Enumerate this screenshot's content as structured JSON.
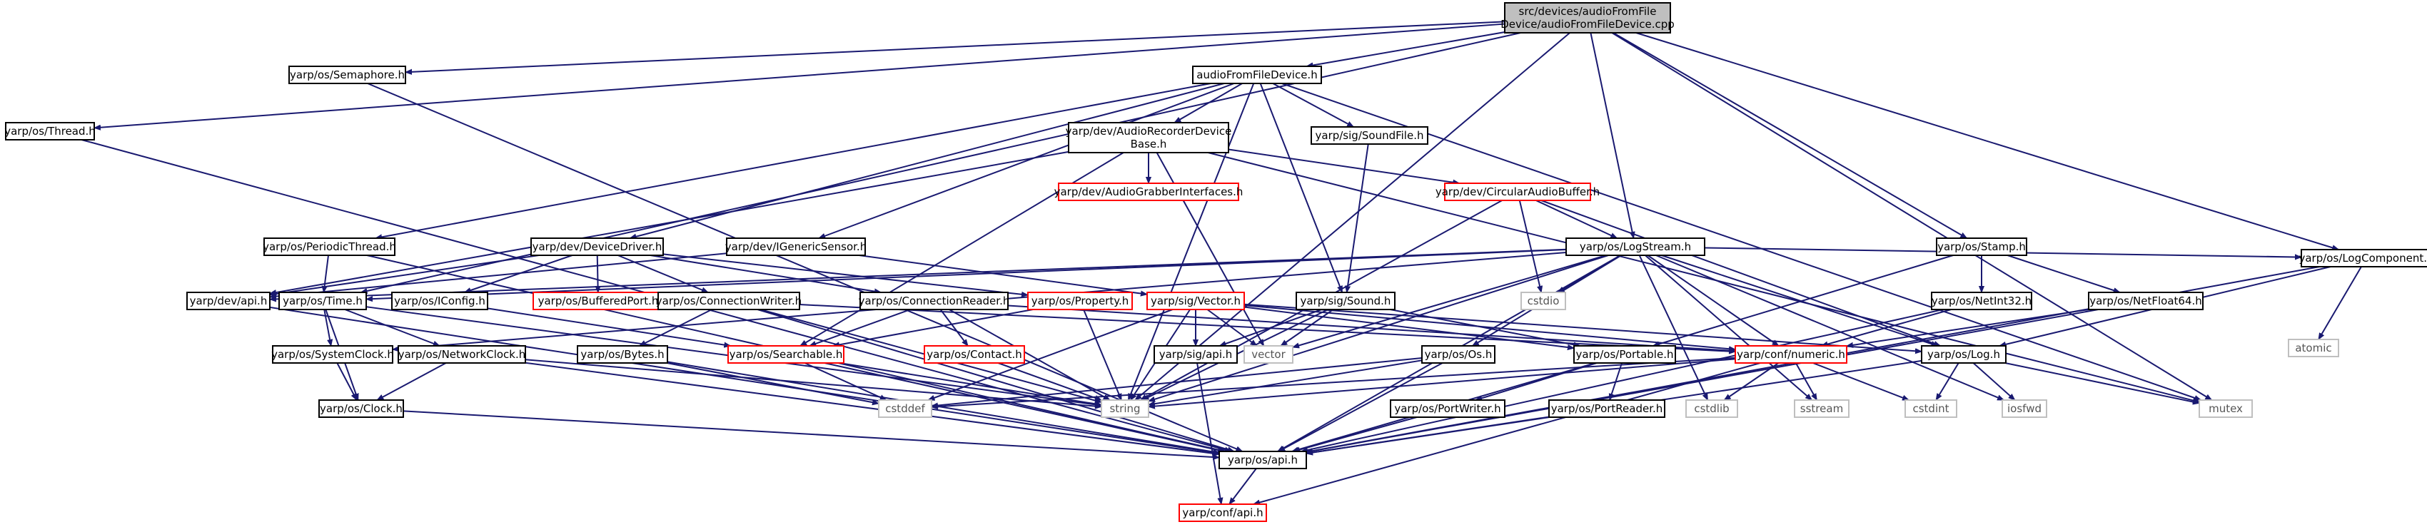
{
  "graph": {
    "title": "Include dependency graph",
    "colors": {
      "edge": "#191970",
      "node_border": "#000000",
      "root_fill": "#bfbfbf",
      "truncated_border": "#ff0000",
      "system_border": "#bfbfbf",
      "system_text": "#555555"
    },
    "nodes": [
      {
        "id": "root",
        "lines": [
          "src/devices/audioFromFile",
          "Device/audioFromFileDevice.cpp"
        ],
        "kind": "root"
      },
      {
        "id": "thread",
        "lines": [
          "yarp/os/Thread.h"
        ],
        "kind": "normal"
      },
      {
        "id": "semaphore",
        "lines": [
          "yarp/os/Semaphore.h"
        ],
        "kind": "normal"
      },
      {
        "id": "afd_h",
        "lines": [
          "audioFromFileDevice.h"
        ],
        "kind": "normal"
      },
      {
        "id": "rec_base",
        "lines": [
          "yarp/dev/AudioRecorderDevice",
          "Base.h"
        ],
        "kind": "normal"
      },
      {
        "id": "soundfile",
        "lines": [
          "yarp/sig/SoundFile.h"
        ],
        "kind": "normal"
      },
      {
        "id": "grabber",
        "lines": [
          "yarp/dev/AudioGrabberInterfaces.h"
        ],
        "kind": "truncated"
      },
      {
        "id": "circbuf",
        "lines": [
          "yarp/dev/CircularAudioBuffer.h"
        ],
        "kind": "truncated"
      },
      {
        "id": "periodic",
        "lines": [
          "yarp/os/PeriodicThread.h"
        ],
        "kind": "normal"
      },
      {
        "id": "devdriver",
        "lines": [
          "yarp/dev/DeviceDriver.h"
        ],
        "kind": "normal"
      },
      {
        "id": "igeneric",
        "lines": [
          "yarp/dev/IGenericSensor.h"
        ],
        "kind": "normal"
      },
      {
        "id": "logstream",
        "lines": [
          "yarp/os/LogStream.h"
        ],
        "kind": "normal"
      },
      {
        "id": "stamp",
        "lines": [
          "yarp/os/Stamp.h"
        ],
        "kind": "normal"
      },
      {
        "id": "logcomp",
        "lines": [
          "yarp/os/LogComponent.h"
        ],
        "kind": "normal"
      },
      {
        "id": "devapi",
        "lines": [
          "yarp/dev/api.h"
        ],
        "kind": "normal"
      },
      {
        "id": "time",
        "lines": [
          "yarp/os/Time.h"
        ],
        "kind": "normal"
      },
      {
        "id": "iconfig",
        "lines": [
          "yarp/os/IConfig.h"
        ],
        "kind": "normal"
      },
      {
        "id": "buffport",
        "lines": [
          "yarp/os/BufferedPort.h"
        ],
        "kind": "truncated"
      },
      {
        "id": "connwriter",
        "lines": [
          "yarp/os/ConnectionWriter.h"
        ],
        "kind": "normal"
      },
      {
        "id": "connreader",
        "lines": [
          "yarp/os/ConnectionReader.h"
        ],
        "kind": "normal"
      },
      {
        "id": "property",
        "lines": [
          "yarp/os/Property.h"
        ],
        "kind": "truncated"
      },
      {
        "id": "vector",
        "lines": [
          "yarp/sig/Vector.h"
        ],
        "kind": "truncated"
      },
      {
        "id": "sound",
        "lines": [
          "yarp/sig/Sound.h"
        ],
        "kind": "normal"
      },
      {
        "id": "cstdio",
        "lines": [
          "cstdio"
        ],
        "kind": "system"
      },
      {
        "id": "netint32",
        "lines": [
          "yarp/os/NetInt32.h"
        ],
        "kind": "normal"
      },
      {
        "id": "netfloat64",
        "lines": [
          "yarp/os/NetFloat64.h"
        ],
        "kind": "normal"
      },
      {
        "id": "atomic",
        "lines": [
          "atomic"
        ],
        "kind": "system"
      },
      {
        "id": "sysclock",
        "lines": [
          "yarp/os/SystemClock.h"
        ],
        "kind": "normal"
      },
      {
        "id": "netclock",
        "lines": [
          "yarp/os/NetworkClock.h"
        ],
        "kind": "normal"
      },
      {
        "id": "bytes",
        "lines": [
          "yarp/os/Bytes.h"
        ],
        "kind": "normal"
      },
      {
        "id": "searchable",
        "lines": [
          "yarp/os/Searchable.h"
        ],
        "kind": "truncated"
      },
      {
        "id": "contact",
        "lines": [
          "yarp/os/Contact.h"
        ],
        "kind": "truncated"
      },
      {
        "id": "sigapi",
        "lines": [
          "yarp/sig/api.h"
        ],
        "kind": "normal"
      },
      {
        "id": "vectorstd",
        "lines": [
          "vector"
        ],
        "kind": "system"
      },
      {
        "id": "os",
        "lines": [
          "yarp/os/Os.h"
        ],
        "kind": "normal"
      },
      {
        "id": "portable",
        "lines": [
          "yarp/os/Portable.h"
        ],
        "kind": "normal"
      },
      {
        "id": "numeric",
        "lines": [
          "yarp/conf/numeric.h"
        ],
        "kind": "truncated"
      },
      {
        "id": "log",
        "lines": [
          "yarp/os/Log.h"
        ],
        "kind": "normal"
      },
      {
        "id": "mutex",
        "lines": [
          "mutex"
        ],
        "kind": "system"
      },
      {
        "id": "clock",
        "lines": [
          "yarp/os/Clock.h"
        ],
        "kind": "normal"
      },
      {
        "id": "cstddef",
        "lines": [
          "cstddef"
        ],
        "kind": "system"
      },
      {
        "id": "string",
        "lines": [
          "string"
        ],
        "kind": "system"
      },
      {
        "id": "cstdlib",
        "lines": [
          "cstdlib"
        ],
        "kind": "system"
      },
      {
        "id": "sstream",
        "lines": [
          "sstream"
        ],
        "kind": "system"
      },
      {
        "id": "cstdint",
        "lines": [
          "cstdint"
        ],
        "kind": "system"
      },
      {
        "id": "iosfwd",
        "lines": [
          "iosfwd"
        ],
        "kind": "system"
      },
      {
        "id": "portwriter",
        "lines": [
          "yarp/os/PortWriter.h"
        ],
        "kind": "normal"
      },
      {
        "id": "portreader",
        "lines": [
          "yarp/os/PortReader.h"
        ],
        "kind": "normal"
      },
      {
        "id": "osapi",
        "lines": [
          "yarp/os/api.h"
        ],
        "kind": "normal"
      },
      {
        "id": "confapi",
        "lines": [
          "yarp/conf/api.h"
        ],
        "kind": "truncated"
      }
    ],
    "edges": [
      [
        "root",
        "thread"
      ],
      [
        "root",
        "semaphore"
      ],
      [
        "root",
        "afd_h"
      ],
      [
        "root",
        "time"
      ],
      [
        "root",
        "logstream"
      ],
      [
        "root",
        "stamp"
      ],
      [
        "root",
        "logcomp"
      ],
      [
        "root",
        "mutex"
      ],
      [
        "root",
        "string"
      ],
      [
        "thread",
        "osapi"
      ],
      [
        "semaphore",
        "osapi"
      ],
      [
        "afd_h",
        "rec_base"
      ],
      [
        "afd_h",
        "soundfile"
      ],
      [
        "afd_h",
        "sound"
      ],
      [
        "afd_h",
        "periodic"
      ],
      [
        "afd_h",
        "devdriver"
      ],
      [
        "afd_h",
        "igeneric"
      ],
      [
        "afd_h",
        "string"
      ],
      [
        "afd_h",
        "mutex"
      ],
      [
        "rec_base",
        "grabber"
      ],
      [
        "rec_base",
        "circbuf"
      ],
      [
        "rec_base",
        "devapi"
      ],
      [
        "rec_base",
        "searchable"
      ],
      [
        "rec_base",
        "vectorstd"
      ],
      [
        "rec_base",
        "mutex"
      ],
      [
        "soundfile",
        "sound"
      ],
      [
        "circbuf",
        "logstream"
      ],
      [
        "circbuf",
        "cstdio"
      ],
      [
        "circbuf",
        "string"
      ],
      [
        "circbuf",
        "log"
      ],
      [
        "periodic",
        "time"
      ],
      [
        "periodic",
        "osapi"
      ],
      [
        "devdriver",
        "devapi"
      ],
      [
        "devdriver",
        "iconfig"
      ],
      [
        "devdriver",
        "buffport"
      ],
      [
        "devdriver",
        "connwriter"
      ],
      [
        "devdriver",
        "connreader"
      ],
      [
        "devdriver",
        "property"
      ],
      [
        "igeneric",
        "vector"
      ],
      [
        "igeneric",
        "devapi"
      ],
      [
        "logstream",
        "devapi"
      ],
      [
        "logstream",
        "time"
      ],
      [
        "logstream",
        "os"
      ],
      [
        "logstream",
        "vectorstd"
      ],
      [
        "logstream",
        "cstdio"
      ],
      [
        "logstream",
        "string"
      ],
      [
        "logstream",
        "log"
      ],
      [
        "logstream",
        "sstream"
      ],
      [
        "logstream",
        "cstdlib"
      ],
      [
        "logstream",
        "iosfwd"
      ],
      [
        "logstream",
        "numeric"
      ],
      [
        "logstream",
        "logcomp"
      ],
      [
        "logstream",
        "osapi"
      ],
      [
        "logstream",
        "sysclock"
      ],
      [
        "stamp",
        "netint32"
      ],
      [
        "stamp",
        "netfloat64"
      ],
      [
        "stamp",
        "portable"
      ],
      [
        "logcomp",
        "atomic"
      ],
      [
        "logcomp",
        "log"
      ],
      [
        "logcomp",
        "osapi"
      ],
      [
        "devapi",
        "osapi"
      ],
      [
        "time",
        "sysclock"
      ],
      [
        "time",
        "netclock"
      ],
      [
        "time",
        "clock"
      ],
      [
        "time",
        "string"
      ],
      [
        "iconfig",
        "searchable"
      ],
      [
        "connwriter",
        "bytes"
      ],
      [
        "connwriter",
        "osapi"
      ],
      [
        "connwriter",
        "string"
      ],
      [
        "connwriter",
        "numeric"
      ],
      [
        "connreader",
        "contact"
      ],
      [
        "connreader",
        "searchable"
      ],
      [
        "connreader",
        "string"
      ],
      [
        "connreader",
        "numeric"
      ],
      [
        "property",
        "searchable"
      ],
      [
        "property",
        "string"
      ],
      [
        "vector",
        "sigapi"
      ],
      [
        "vector",
        "portable"
      ],
      [
        "vector",
        "vectorstd"
      ],
      [
        "vector",
        "string"
      ],
      [
        "vector",
        "cstddef"
      ],
      [
        "vector",
        "numeric"
      ],
      [
        "vector",
        "log"
      ],
      [
        "sound",
        "sigapi"
      ],
      [
        "sound",
        "vectorstd"
      ],
      [
        "sound",
        "portable"
      ],
      [
        "sound",
        "string"
      ],
      [
        "netint32",
        "numeric"
      ],
      [
        "netint32",
        "osapi"
      ],
      [
        "netfloat64",
        "numeric"
      ],
      [
        "netfloat64",
        "osapi"
      ],
      [
        "sysclock",
        "clock"
      ],
      [
        "netclock",
        "clock"
      ],
      [
        "netclock",
        "osapi"
      ],
      [
        "netclock",
        "string"
      ],
      [
        "bytes",
        "cstddef"
      ],
      [
        "bytes",
        "osapi"
      ],
      [
        "searchable",
        "cstddef"
      ],
      [
        "searchable",
        "osapi"
      ],
      [
        "searchable",
        "string"
      ],
      [
        "contact",
        "string"
      ],
      [
        "sigapi",
        "confapi"
      ],
      [
        "os",
        "cstddef"
      ],
      [
        "os",
        "osapi"
      ],
      [
        "os",
        "string"
      ],
      [
        "portable",
        "portwriter"
      ],
      [
        "portable",
        "portreader"
      ],
      [
        "portable",
        "osapi"
      ],
      [
        "numeric",
        "cstddef"
      ],
      [
        "numeric",
        "cstdint"
      ],
      [
        "numeric",
        "cstdlib"
      ],
      [
        "numeric",
        "sstream"
      ],
      [
        "numeric",
        "string"
      ],
      [
        "numeric",
        "confapi"
      ],
      [
        "log",
        "cstdint"
      ],
      [
        "log",
        "iosfwd"
      ],
      [
        "log",
        "mutex"
      ],
      [
        "log",
        "osapi"
      ],
      [
        "clock",
        "osapi"
      ],
      [
        "portwriter",
        "osapi"
      ],
      [
        "portreader",
        "osapi"
      ],
      [
        "osapi",
        "confapi"
      ]
    ]
  }
}
